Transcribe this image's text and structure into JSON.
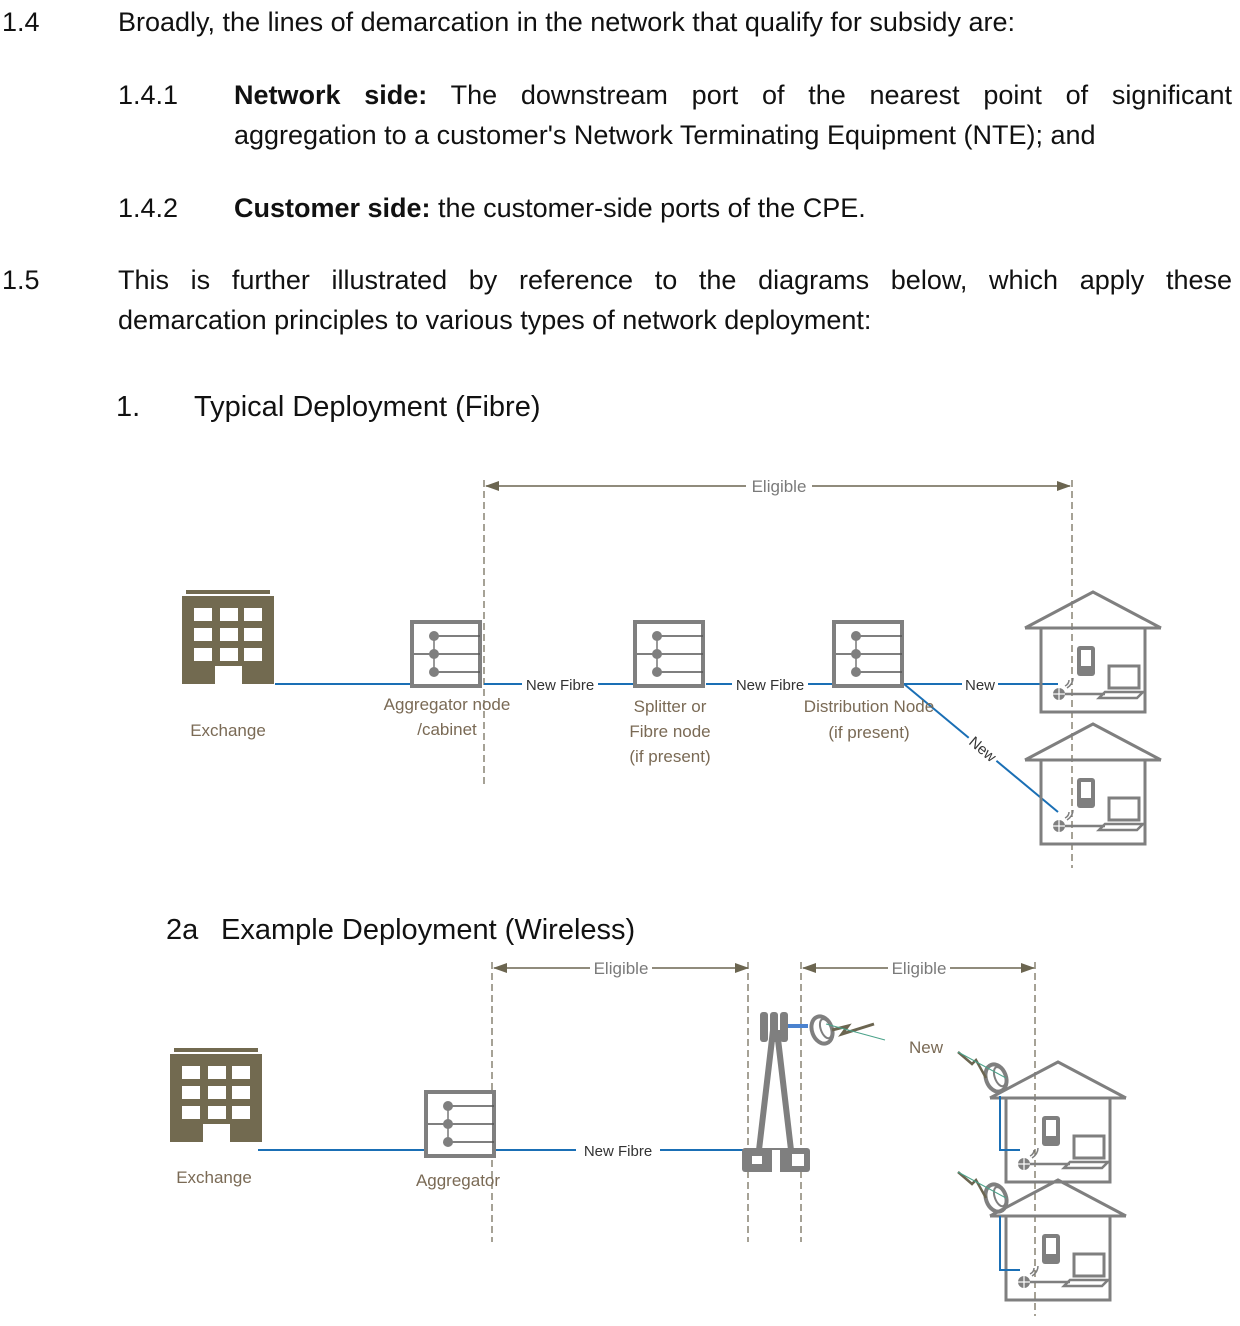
{
  "sections": {
    "s1_4": {
      "number": "1.4",
      "text": "Broadly, the lines of demarcation in the network that qualify for subsidy are:",
      "items": [
        {
          "number": "1.4.1",
          "bold": "Network side:",
          "text_line1": " The downstream port of the nearest point of significant",
          "text_line2": "aggregation to a customer's Network Terminating Equipment (NTE); and"
        },
        {
          "number": "1.4.2",
          "bold": "Customer side:",
          "text_line1": " the customer-side ports of the CPE."
        }
      ]
    },
    "s1_5": {
      "number": "1.5",
      "line1": "This is further illustrated by reference to the diagrams below, which apply these",
      "line2": "demarcation principles to various types of network deployment:"
    }
  },
  "diagram1": {
    "number": "1.",
    "title": "Typical Deployment (Fibre)",
    "eligible_label": "Eligible",
    "exchange_label": "Exchange",
    "aggregator_label_1": "Aggregator node",
    "aggregator_label_2": "/cabinet",
    "splitter_label_1": "Splitter or",
    "splitter_label_2": "Fibre node",
    "splitter_label_3": "(if present)",
    "distribution_label_1": "Distribution Node",
    "distribution_label_2": "(if present)",
    "link_new_fibre_1": "New Fibre",
    "link_new_fibre_2": "New Fibre",
    "link_new_1": "New",
    "link_new_2": "New"
  },
  "diagram2a": {
    "number": "2a",
    "title": "Example Deployment (Wireless)",
    "eligible_label_1": "Eligible",
    "eligible_label_2": "Eligible",
    "exchange_label": "Exchange",
    "aggregator_label": "Aggregator",
    "link_new_fibre": "New Fibre",
    "wireless_new_label": "New"
  },
  "colors": {
    "building": "#726a50",
    "node_gray": "#7f7f7f",
    "fibre_blue": "#1a6fb5",
    "arrow_olive": "#6b6550",
    "label_brown": "#7a6a55"
  }
}
